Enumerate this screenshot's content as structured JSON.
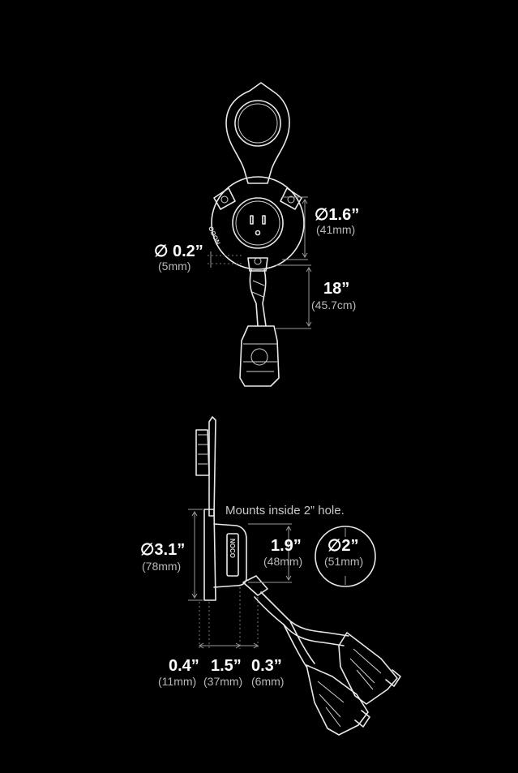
{
  "top_view": {
    "brand_logo": "NOCO",
    "dim_face_diameter": {
      "value": "∅1.6”",
      "metric": "(41mm)"
    },
    "dim_hole_diameter": {
      "value": "∅ 0.2”",
      "metric": "(5mm)"
    },
    "dim_cable_length": {
      "value": "18”",
      "metric": "(45.7cm)"
    }
  },
  "side_view": {
    "brand_logo": "NOCO",
    "note": "Mounts inside 2” hole.",
    "dim_flange_diameter": {
      "value": "∅3.1”",
      "metric": "(78mm)"
    },
    "dim_body_height": {
      "value": "1.9”",
      "metric": "(48mm)"
    },
    "dim_hole_size": {
      "value": "∅2”",
      "metric": "(51mm)"
    },
    "dim_flange_depth": {
      "value": "0.4”",
      "metric": "(11mm)"
    },
    "dim_body_depth": {
      "value": "1.5”",
      "metric": "(37mm)"
    },
    "dim_strain_relief": {
      "value": "0.3”",
      "metric": "(6mm)"
    }
  },
  "colors": {
    "background": "#000000",
    "line": "#e8e8e8",
    "dimension": "#9a9a9a"
  }
}
